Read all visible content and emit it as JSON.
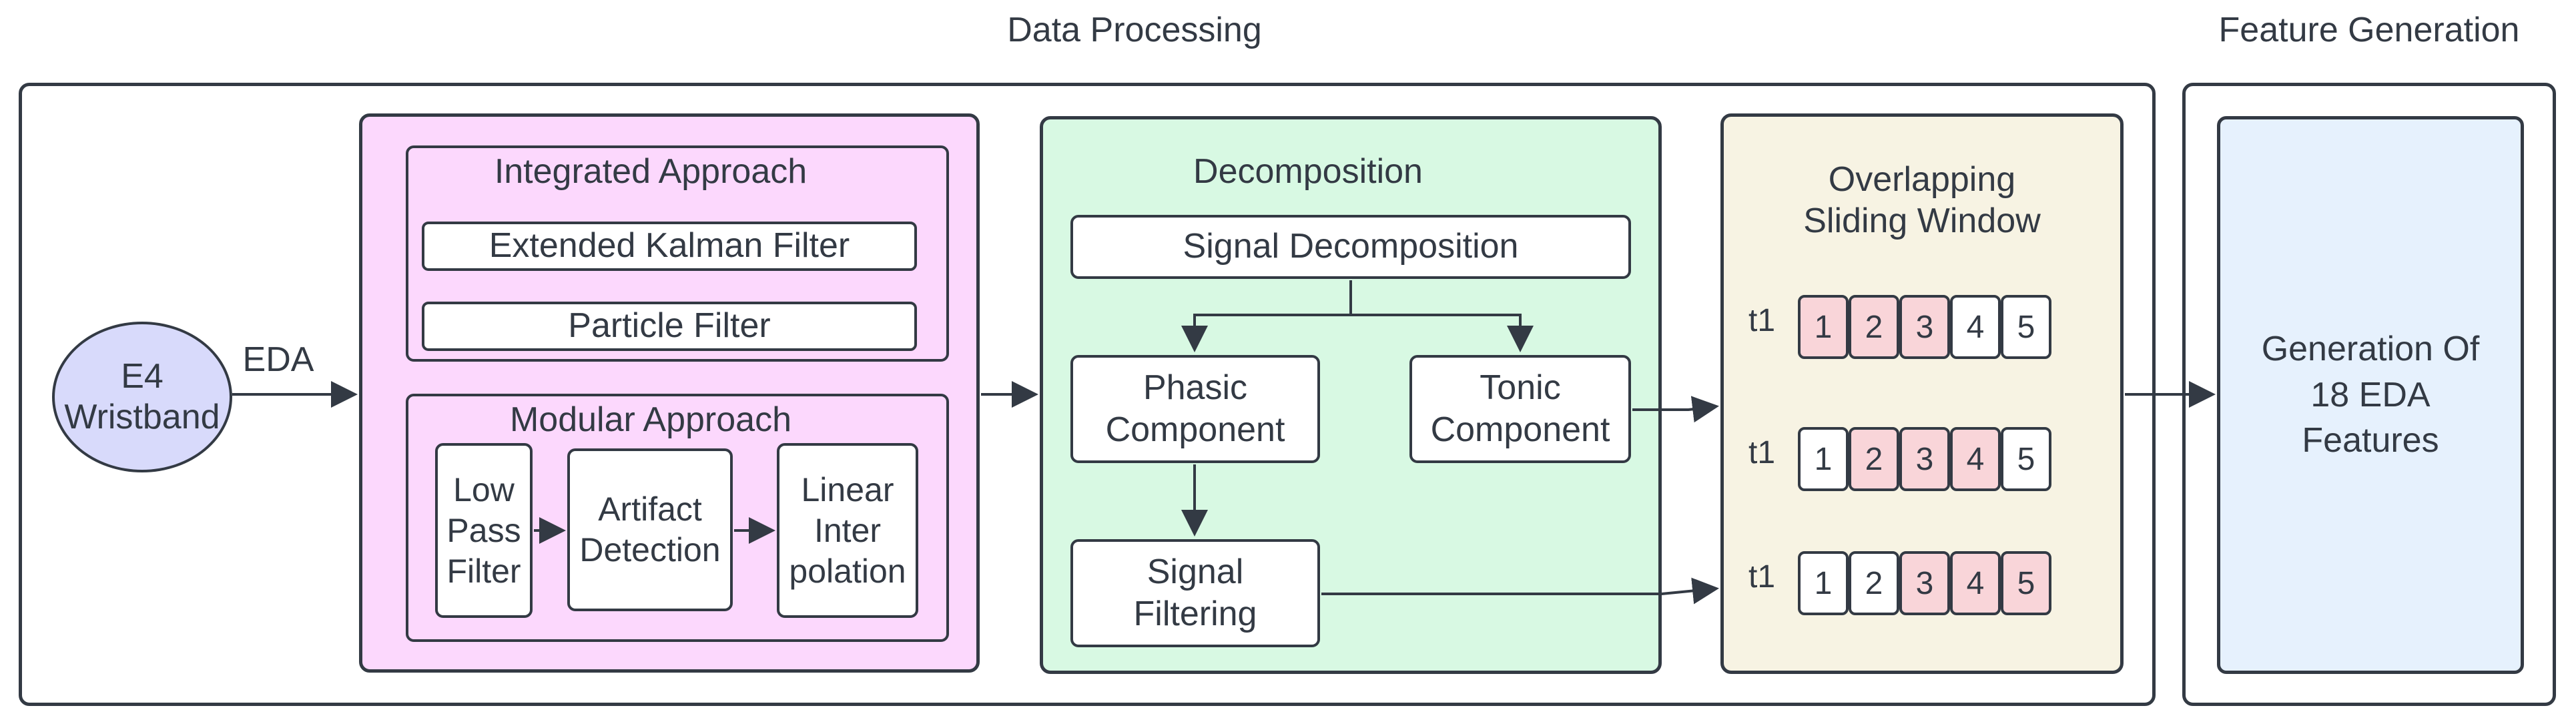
{
  "headers": {
    "data_processing": "Data Processing",
    "feature_generation": "Feature Generation"
  },
  "source": {
    "device": "E4\nWristband",
    "signal_label": "EDA"
  },
  "preprocessing": {
    "integrated": {
      "title": "Integrated Approach",
      "items": [
        "Extended Kalman Filter",
        "Particle Filter"
      ]
    },
    "modular": {
      "title": "Modular Approach",
      "steps": [
        "Low\nPass\nFilter",
        "Artifact\nDetection",
        "Linear\nInter\npolation"
      ]
    }
  },
  "decomposition": {
    "title": "Decomposition",
    "signal_decomposition": "Signal Decomposition",
    "phasic": "Phasic\nComponent",
    "tonic": "Tonic\nComponent",
    "filtering": "Signal\nFiltering"
  },
  "window": {
    "title": "Overlapping\nSliding Window",
    "rows": [
      {
        "label": "t1",
        "cells": [
          "1",
          "2",
          "3",
          "4",
          "5"
        ],
        "highlight": [
          true,
          true,
          true,
          false,
          false
        ]
      },
      {
        "label": "t1",
        "cells": [
          "1",
          "2",
          "3",
          "4",
          "5"
        ],
        "highlight": [
          false,
          true,
          true,
          true,
          false
        ]
      },
      {
        "label": "t1",
        "cells": [
          "1",
          "2",
          "3",
          "4",
          "5"
        ],
        "highlight": [
          false,
          false,
          true,
          true,
          true
        ]
      }
    ]
  },
  "features": {
    "text": "Generation Of\n18 EDA\nFeatures"
  },
  "colors": {
    "stroke": "#333a44",
    "preprocessing_fill": "#fcd8fd",
    "decomposition_fill": "#d8f9e3",
    "window_fill": "#f7f3e3",
    "features_fill": "#e6f1fd",
    "device_fill": "#d8dafb",
    "highlight_cell": "#f9d5d9"
  }
}
